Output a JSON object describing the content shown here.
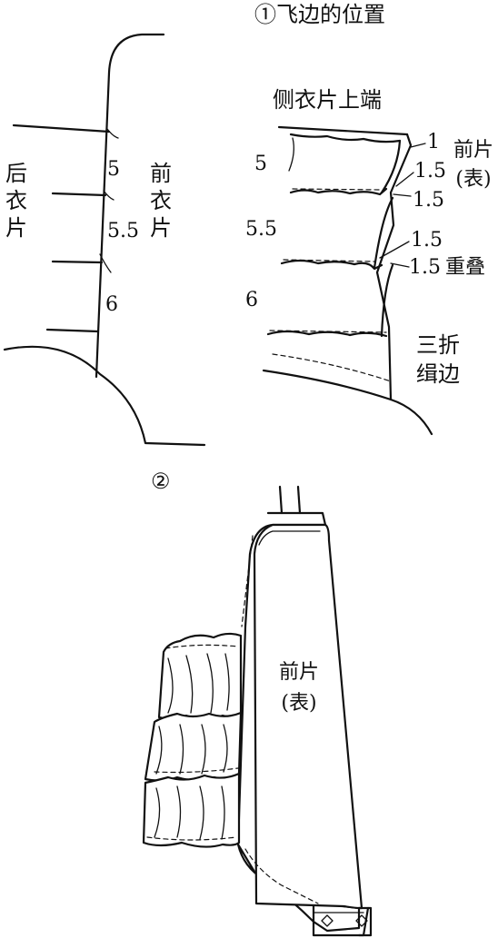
{
  "figure1": {
    "title": "①飞边的位置",
    "top_label": "侧衣片上端",
    "back_piece": "后衣片",
    "front_piece": "前衣片",
    "front_piece_face": "前片(表)",
    "left_spacings": [
      "5",
      "5.5",
      "6"
    ],
    "right_spacings": [
      "5",
      "5.5",
      "6"
    ],
    "right_measures": [
      "1",
      "1.5",
      "1.5",
      "1.5",
      "1.5"
    ],
    "overlap": "重叠",
    "hem_note": "三折缉边"
  },
  "figure2": {
    "title": "②",
    "front_piece_face": "前片(表)"
  }
}
